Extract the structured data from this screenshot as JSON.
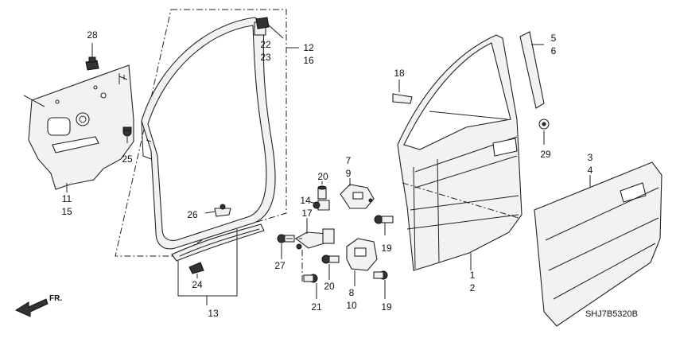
{
  "diagram_code": "SHJ7B5320B",
  "direction_label": "FR.",
  "callouts": [
    {
      "id": "c28",
      "text": "28"
    },
    {
      "id": "c25",
      "text": "25"
    },
    {
      "id": "c11",
      "text": "11"
    },
    {
      "id": "c15",
      "text": "15"
    },
    {
      "id": "c22",
      "text": "22"
    },
    {
      "id": "c23",
      "text": "23"
    },
    {
      "id": "c12",
      "text": "12"
    },
    {
      "id": "c16",
      "text": "16"
    },
    {
      "id": "c26",
      "text": "26"
    },
    {
      "id": "c24",
      "text": "24"
    },
    {
      "id": "c13",
      "text": "13"
    },
    {
      "id": "c7",
      "text": "7"
    },
    {
      "id": "c9",
      "text": "9"
    },
    {
      "id": "c20a",
      "text": "20"
    },
    {
      "id": "c14",
      "text": "14"
    },
    {
      "id": "c17",
      "text": "17"
    },
    {
      "id": "c18",
      "text": "18"
    },
    {
      "id": "c27",
      "text": "27"
    },
    {
      "id": "c19a",
      "text": "19"
    },
    {
      "id": "c20b",
      "text": "20"
    },
    {
      "id": "c21",
      "text": "21"
    },
    {
      "id": "c8",
      "text": "8"
    },
    {
      "id": "c10",
      "text": "10"
    },
    {
      "id": "c19b",
      "text": "19"
    },
    {
      "id": "c5",
      "text": "5"
    },
    {
      "id": "c6",
      "text": "6"
    },
    {
      "id": "c29",
      "text": "29"
    },
    {
      "id": "c3",
      "text": "3"
    },
    {
      "id": "c4",
      "text": "4"
    },
    {
      "id": "c1",
      "text": "1"
    },
    {
      "id": "c2",
      "text": "2"
    }
  ]
}
